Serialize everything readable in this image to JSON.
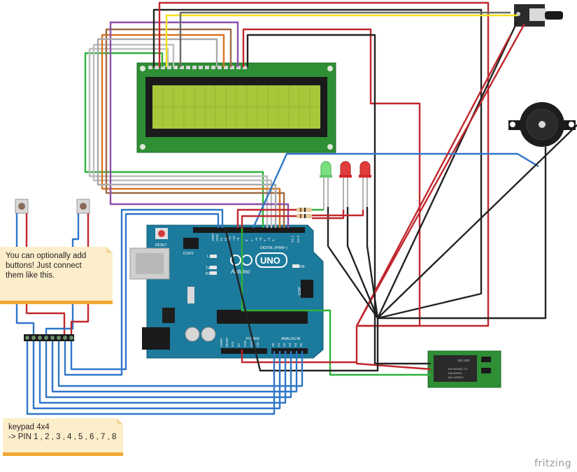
{
  "arduino": {
    "reset_label": "RESET",
    "icsp2_label": "ICSP2",
    "icsp_label": "ICSP",
    "l_label": "L",
    "tx_label": "TX",
    "rx_label": "RX",
    "on_label": "ON",
    "digital_label": "DIGITAL (PWM~)",
    "brand_label": "Arduino",
    "model_label": "UNO",
    "power_label": "POWER",
    "analog_label": "ANALOG IN",
    "digital_pins": [
      "AREF",
      "GND",
      "13",
      "12",
      "~11",
      "~10",
      "~9",
      "8",
      "7",
      "~6",
      "~5",
      "4",
      "~3",
      "2",
      "TX 1",
      "RX 0"
    ],
    "power_pins": [
      "IOREF",
      "RESET",
      "3V3",
      "5V",
      "GND",
      "GND",
      "VIN"
    ],
    "analog_pins": [
      "A0",
      "A1",
      "A2",
      "A3",
      "A4",
      "A5"
    ]
  },
  "relay": {
    "model": "JZC-33F",
    "rating1": "10A 250VAC 12",
    "rating2": "10A 30VDC",
    "rating3": "10A 125VAC"
  },
  "notes": {
    "buttons_note": "You can optionally add\nbuttons! Just connect\nthem like this.",
    "keypad_note": "keypad 4x4\n-> PIN 1 , 2 , 3 , 4 , 5 , 6 , 7 , 8"
  },
  "brand": "fritzing",
  "colors": {
    "board": "#1c7a9c",
    "lcd_pcb": "#2e8f35",
    "lcd_screen": "#a9c73a",
    "wire_red": "#c0272d",
    "wire_black": "#222222",
    "wire_blue": "#2f76c8",
    "wire_green": "#2fb13b",
    "wire_yellow": "#f2e21c",
    "wire_orange": "#d9731f",
    "wire_purple": "#8e4ea8",
    "note_bg": "#fdeecb"
  }
}
